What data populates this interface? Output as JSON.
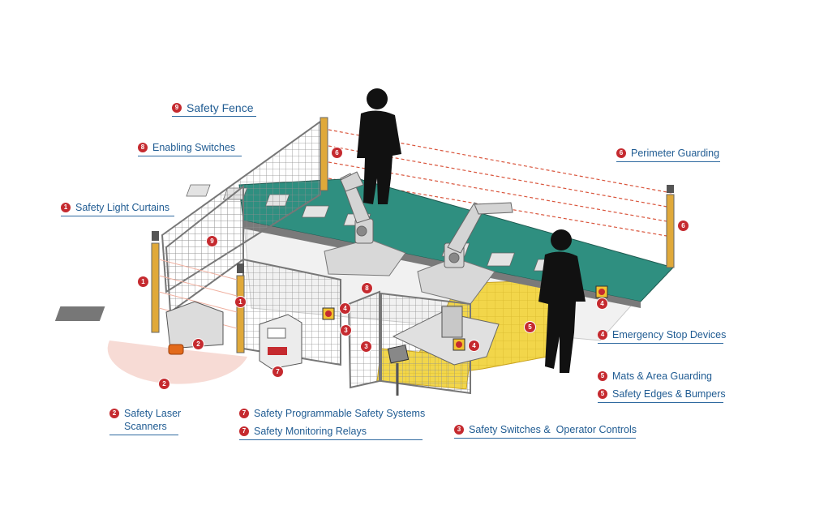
{
  "labels": {
    "fence": {
      "num": "9",
      "text": "Safety Fence"
    },
    "enabling": {
      "num": "8",
      "text": "Enabling Switches"
    },
    "light_curtains": {
      "num": "1",
      "text": "Safety Light Curtains"
    },
    "laser": {
      "num": "2",
      "line1": "Safety Laser",
      "line2": "Scanners"
    },
    "prog_systems": {
      "num": "7",
      "text": "Safety Programmable Safety Systems"
    },
    "relays": {
      "num": "7",
      "text": "Safety Monitoring Relays"
    },
    "switches": {
      "num": "3",
      "text": "Safety Switches &  Operator Controls"
    },
    "perimeter": {
      "num": "6",
      "text": "Perimeter Guarding"
    },
    "estop": {
      "num": "4",
      "text": "Emergency Stop Devices"
    },
    "mats": {
      "num": "5",
      "text": "Mats & Area Guarding"
    },
    "edges": {
      "num": "5",
      "text": "Safety Edges & Bumpers"
    }
  },
  "markers": {
    "m6a": "6",
    "m6b": "6",
    "m9": "9",
    "m1a": "1",
    "m1b": "1",
    "m2a": "2",
    "m2b": "2",
    "m8": "8",
    "m4a": "4",
    "m3a": "3",
    "m3b": "3",
    "m4b": "4",
    "m4c": "4",
    "m5": "5",
    "m7": "7"
  },
  "colors": {
    "accent_red": "#c52a2f",
    "label_blue": "#1f5b92",
    "mat_yellow": "#f2d64a",
    "conveyor_teal": "#2f8f80"
  }
}
